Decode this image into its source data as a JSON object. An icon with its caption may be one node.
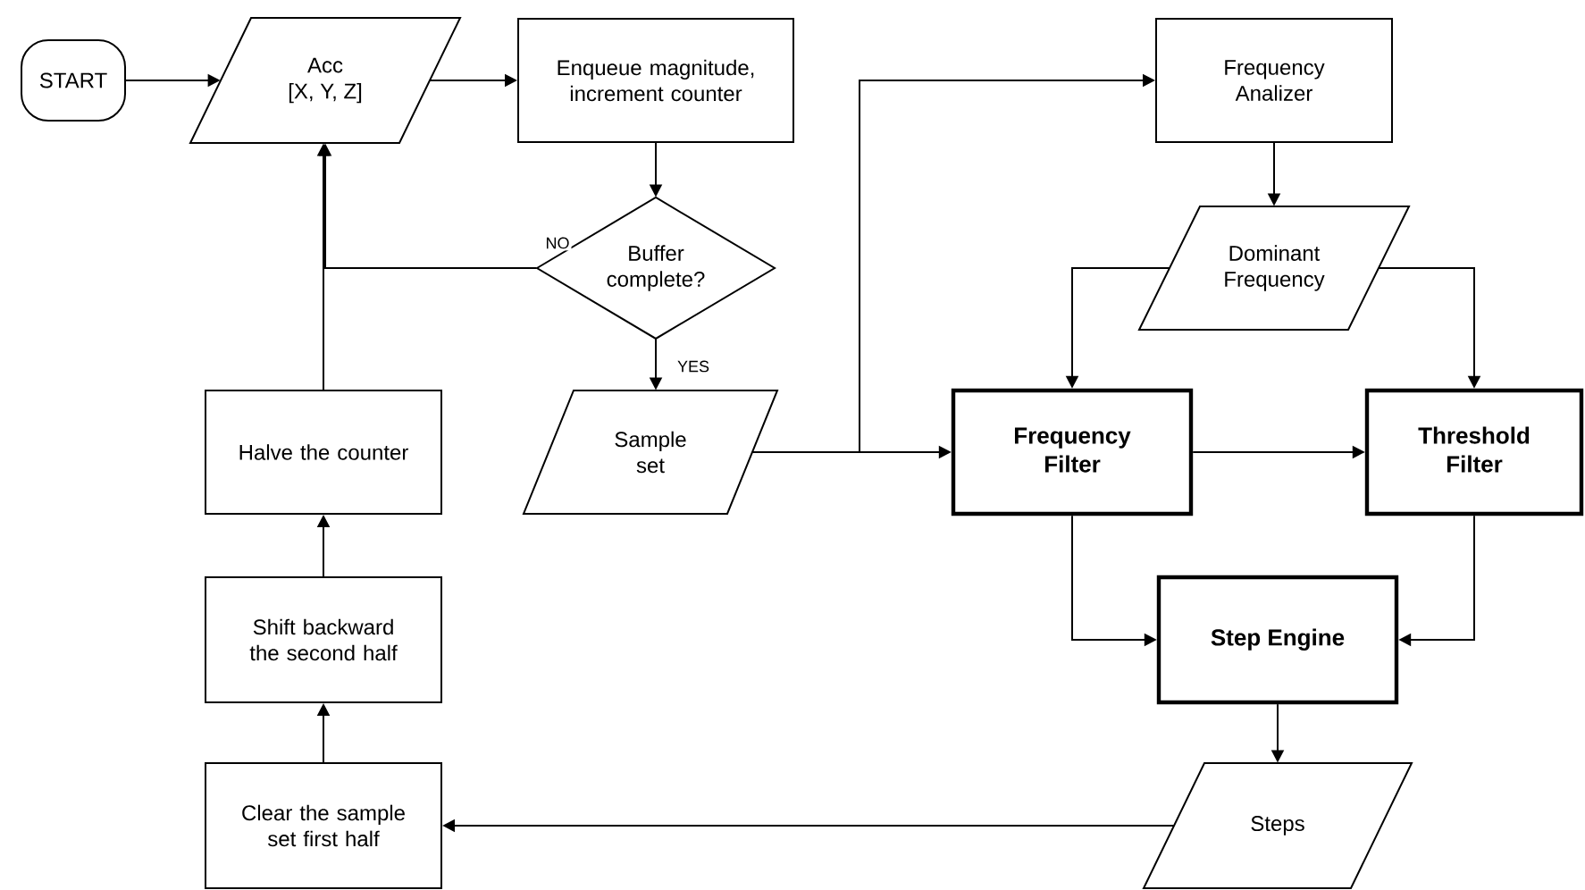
{
  "diagram": {
    "nodes": [
      {
        "text": [
          "START"
        ]
      },
      {
        "text": [
          "Acc",
          "[X, Y, Z]"
        ]
      },
      {
        "text": [
          "Enqueue magnitude, increment counter"
        ]
      },
      {
        "text": [
          "Frequency Analizer"
        ]
      },
      {
        "text": [
          "Buffer complete?"
        ]
      },
      {
        "text": [
          "Dominant Frequency"
        ]
      },
      {
        "text": [
          "Halve the counter"
        ]
      },
      {
        "text": [
          "Sample set"
        ]
      },
      {
        "text": [
          "Frequency Filter"
        ]
      },
      {
        "text": [
          "Threshold Filter"
        ]
      },
      {
        "text": [
          "Shift backward the second half"
        ]
      },
      {
        "text": [
          "Step Engine"
        ]
      },
      {
        "text": [
          "Clear the sample set first half"
        ]
      },
      {
        "text": [
          "Steps"
        ]
      }
    ],
    "edges": [
      {
        "from": 0,
        "to": 1,
        "arrow": "to"
      },
      {
        "from": 1,
        "to": 2,
        "arrow": "to"
      },
      {
        "from": 2,
        "to": 4,
        "arrow": "to"
      },
      {
        "from": 4,
        "to": 1,
        "arrow": "to",
        "label": "NO"
      },
      {
        "from": 4,
        "to": 7,
        "arrow": "to",
        "label": "YES"
      },
      {
        "from": 7,
        "to": 8,
        "arrow": "to"
      },
      {
        "from": 7,
        "to": 3,
        "arrow": "to"
      },
      {
        "from": 3,
        "to": 5,
        "arrow": "to"
      },
      {
        "from": 5,
        "to": 8,
        "arrow": "to"
      },
      {
        "from": 5,
        "to": 9,
        "arrow": "to"
      },
      {
        "from": 8,
        "to": 9,
        "arrow": "to"
      },
      {
        "from": 8,
        "to": 11,
        "arrow": "to"
      },
      {
        "from": 9,
        "to": 11,
        "arrow": "to"
      },
      {
        "from": 11,
        "to": 13,
        "arrow": "to"
      },
      {
        "from": 13,
        "to": 12,
        "arrow": "to"
      },
      {
        "from": 12,
        "to": 10,
        "arrow": "to"
      },
      {
        "from": 10,
        "to": 6,
        "arrow": "to"
      },
      {
        "from": 6,
        "to": 1,
        "arrow": "to"
      }
    ]
  }
}
